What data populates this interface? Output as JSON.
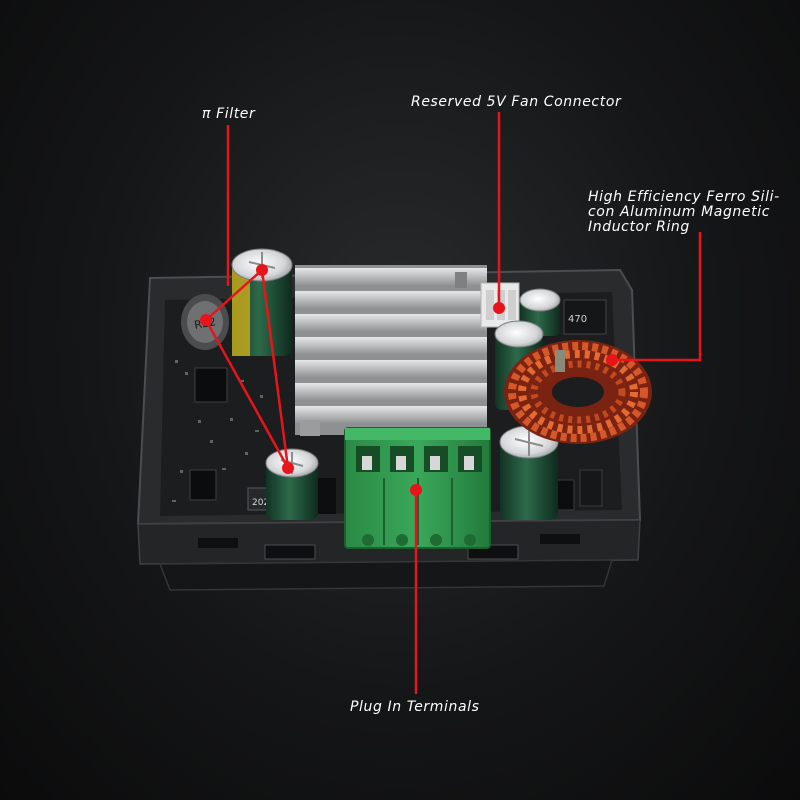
{
  "labels": {
    "pi_filter": "π Filter",
    "fan_connector": "Reserved 5V Fan Connector",
    "inductor": "High Efficiency Ferro Sili-\ncon Aluminum Magnetic\nInductor Ring",
    "terminals": "Plug In Terminals"
  },
  "component_marks": {
    "inductor_small": "R22",
    "chip_code": "202",
    "cap_top_right": "470"
  },
  "colors": {
    "callout_line": "#e8141c",
    "pcb": "#1b1d1f",
    "terminal_green": "#2f9a4e",
    "heatsink": "#c9cbcd",
    "coil_copper": "#d0552a",
    "capacitor": "#1f4a34"
  }
}
